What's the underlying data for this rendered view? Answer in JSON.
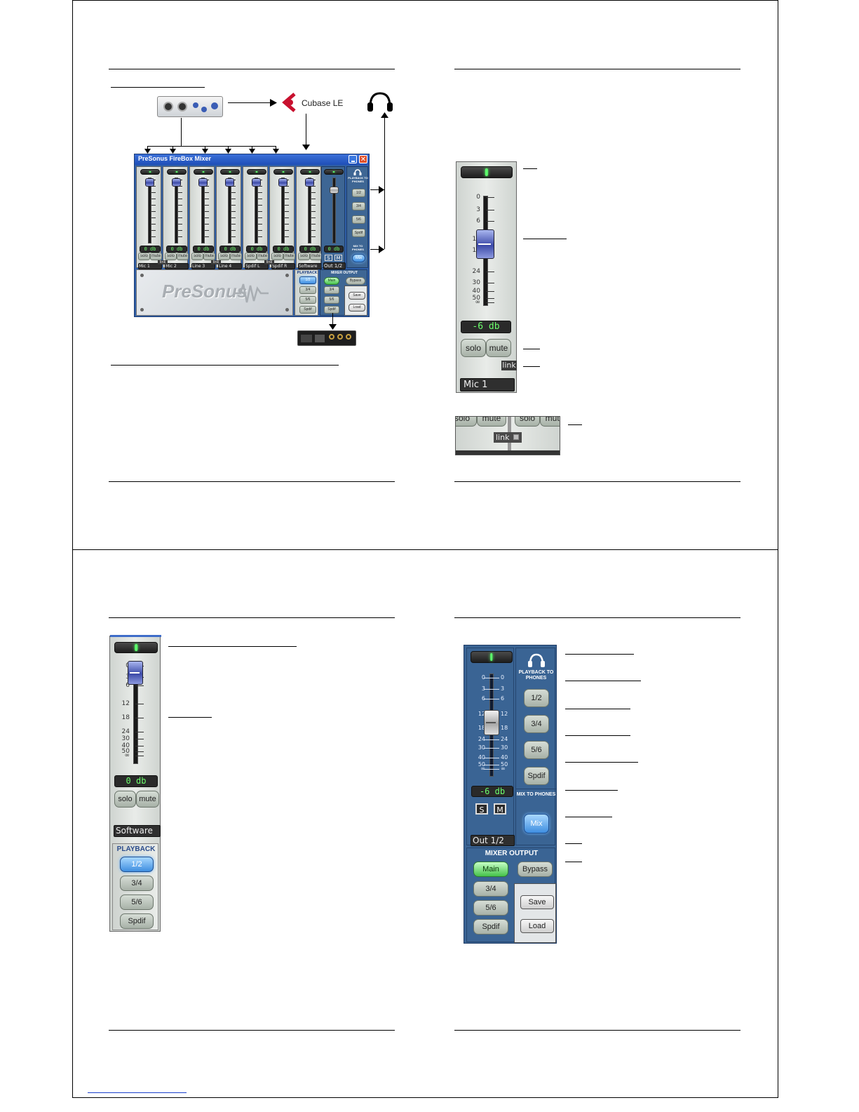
{
  "top_left": {
    "devices": {
      "cubase_label": "Cubase LE"
    },
    "mixer_window": {
      "title": "PreSonus FireBox Mixer",
      "brand": "PreSonus",
      "channels": [
        {
          "name": "Mic 1",
          "db": "0 db"
        },
        {
          "name": "Mic 2",
          "db": "0 db"
        },
        {
          "name": "Line 3",
          "db": "0 db"
        },
        {
          "name": "Line 4",
          "db": "0 db"
        },
        {
          "name": "Spdif L",
          "db": "0 db"
        },
        {
          "name": "Spdif R",
          "db": "0 db"
        },
        {
          "name": "Software",
          "db": "0 db"
        }
      ],
      "out_channel": {
        "name": "Out 1/2",
        "db": "0 db",
        "s": "S",
        "m": "M"
      },
      "solo_label": "solo",
      "mute_label": "mute",
      "link_label": "link",
      "playback_to_phones": "PLAYBACK TO PHONES",
      "phones_buttons": [
        "1/2",
        "3/4",
        "5/6",
        "Spdif"
      ],
      "mix_to_phones": "MIX TO PHONES",
      "mix_label": "Mix",
      "playback_label": "PLAYBACK",
      "playback_buttons": [
        "1/2",
        "3/4",
        "5/6",
        "Spdif"
      ],
      "mixer_output": "MIXER OUTPUT",
      "main_label": "Main",
      "bypass_label": "Bypass",
      "output_buttons": [
        "3/4",
        "5/6",
        "Spdif"
      ],
      "save_label": "Save",
      "load_label": "Load"
    }
  },
  "top_right": {
    "strip": {
      "scale": [
        "0",
        "3",
        "6",
        "12",
        "18",
        "24",
        "30",
        "40",
        "50",
        "∞"
      ],
      "db": "-6 db",
      "solo_label": "solo",
      "mute_label": "mute",
      "link_label": "link",
      "name": "Mic 1"
    },
    "link_zoom": {
      "left": "solo",
      "mid": "mute",
      "right": "solo",
      "far": "mute",
      "link": "link"
    }
  },
  "bottom_left": {
    "strip": {
      "scale": [
        "0",
        "3",
        "6",
        "12",
        "18",
        "24",
        "30",
        "40",
        "50",
        "∞"
      ],
      "db": "0 db",
      "solo_label": "solo",
      "mute_label": "mute",
      "name": "Software",
      "playback_label": "PLAYBACK",
      "playback_buttons": [
        "1/2",
        "3/4",
        "5/6",
        "Spdif"
      ]
    }
  },
  "bottom_right": {
    "strip": {
      "scale": [
        "0",
        "3",
        "6",
        "12",
        "18",
        "24",
        "30",
        "40",
        "50",
        "∞"
      ],
      "db": "-6 db",
      "s": "S",
      "m": "M",
      "name": "Out 1/2",
      "playback_to_phones": "PLAYBACK TO PHONES",
      "phones_buttons": [
        "1/2",
        "3/4",
        "5/6",
        "Spdif"
      ],
      "mix_to_phones": "MIX TO PHONES",
      "mix_label": "Mix",
      "mixer_output": "MIXER OUTPUT",
      "main_label": "Main",
      "bypass_label": "Bypass",
      "output_buttons": [
        "3/4",
        "5/6",
        "Spdif"
      ],
      "save_label": "Save",
      "load_label": "Load"
    }
  }
}
